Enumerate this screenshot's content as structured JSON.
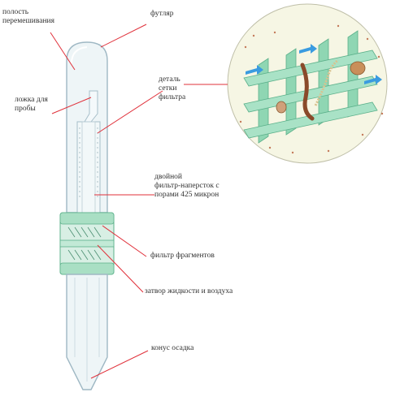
{
  "labels": {
    "mixing_cavity": "полость\nперемешивания",
    "case": "футляр",
    "sample_spoon": "ложка для\nпробы",
    "filter_mesh_part": "деталь\nсетки\nфильтра",
    "double_filter": "двойной\nфильтр-наперсток с\nпорами 425 микрон",
    "fragment_filter": "фильтр фрагментов",
    "liquid_air_seal": "затвор жидкости и воздуха",
    "sediment_cone": "конус осадка"
  },
  "colors": {
    "leader_line": "#e0303a",
    "tube_outline": "#9fb8c4",
    "tube_fill": "#eef5f7",
    "mesh_green": "#8fd6b3",
    "mesh_dark": "#5bb08a",
    "inset_bg": "#f6f6e4",
    "arrow_blue": "#3a9be0"
  }
}
